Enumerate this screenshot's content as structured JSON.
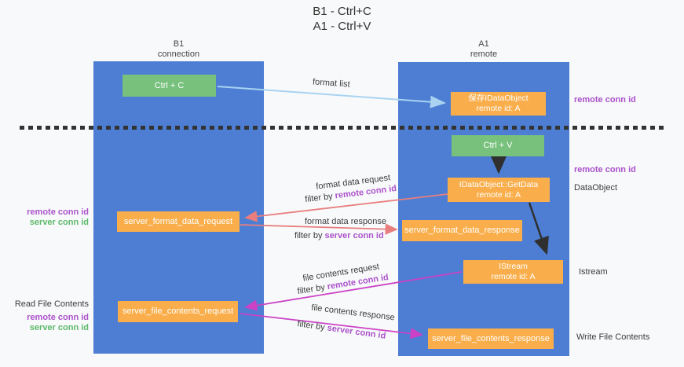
{
  "colors": {
    "lane_blue": "#4d7ed3",
    "box_green": "#77c17c",
    "box_orange": "#f9ae4b",
    "arrow_light_blue": "#a9d3f1",
    "arrow_salmon": "#e87e7e",
    "arrow_magenta": "#cb42c6",
    "arrow_black": "#2f2f2f",
    "text_purple": "#ab53cb",
    "text_green": "#5cb96a",
    "text_dark": "#3c3c3c"
  },
  "title": {
    "line1": "B1 - Ctrl+C",
    "line2": "A1 - Ctrl+V"
  },
  "lanes": {
    "left": {
      "name": "B1",
      "role": "connection"
    },
    "right": {
      "name": "A1",
      "role": "remote"
    }
  },
  "nodes": {
    "ctrl_c": {
      "label": "Ctrl + C"
    },
    "ctrl_v": {
      "label": "Ctrl + V"
    },
    "store_dataobject": {
      "line1": "保存IDataObject",
      "line2": "remote id: A"
    },
    "getdata": {
      "line1": "IDataObject::GetData",
      "line2": "remote id: A"
    },
    "istream": {
      "line1": "IStream",
      "line2": "remote id: A"
    },
    "server_format_data_request": {
      "label": "server_format_data_request"
    },
    "server_format_data_response": {
      "label": "server_format_data_response"
    },
    "server_file_contents_request": {
      "label": "server_file_contents_request"
    },
    "server_file_contents_response": {
      "label": "server_file_contents_response"
    }
  },
  "edges": {
    "format_list": {
      "label": "format list"
    },
    "format_data_request": {
      "label": "format data request",
      "filter_prefix": "filter by ",
      "filter_key": "remote conn id"
    },
    "format_data_response": {
      "label": "format data response",
      "filter_prefix": "filter by ",
      "filter_key": "server conn id"
    },
    "file_contents_request": {
      "label": "file contents request",
      "filter_prefix": "filter by ",
      "filter_key": "remote conn id"
    },
    "file_contents_response": {
      "label": "file contents response",
      "filter_prefix": "filter by ",
      "filter_key": "server conn id"
    }
  },
  "side_labels": {
    "right_remote_conn_id_top": "remote conn id",
    "right_remote_conn_id_mid": "remote conn id",
    "right_dataobject": "DataObject",
    "right_istream": "Istream",
    "right_write_file_contents": "Write File Contents",
    "left_remote_conn_id_top": "remote conn id",
    "left_server_conn_id_top": "server conn id",
    "left_read_file_contents": "Read File Contents",
    "left_remote_conn_id_bottom": "remote conn id",
    "left_server_conn_id_bottom": "server conn id"
  }
}
